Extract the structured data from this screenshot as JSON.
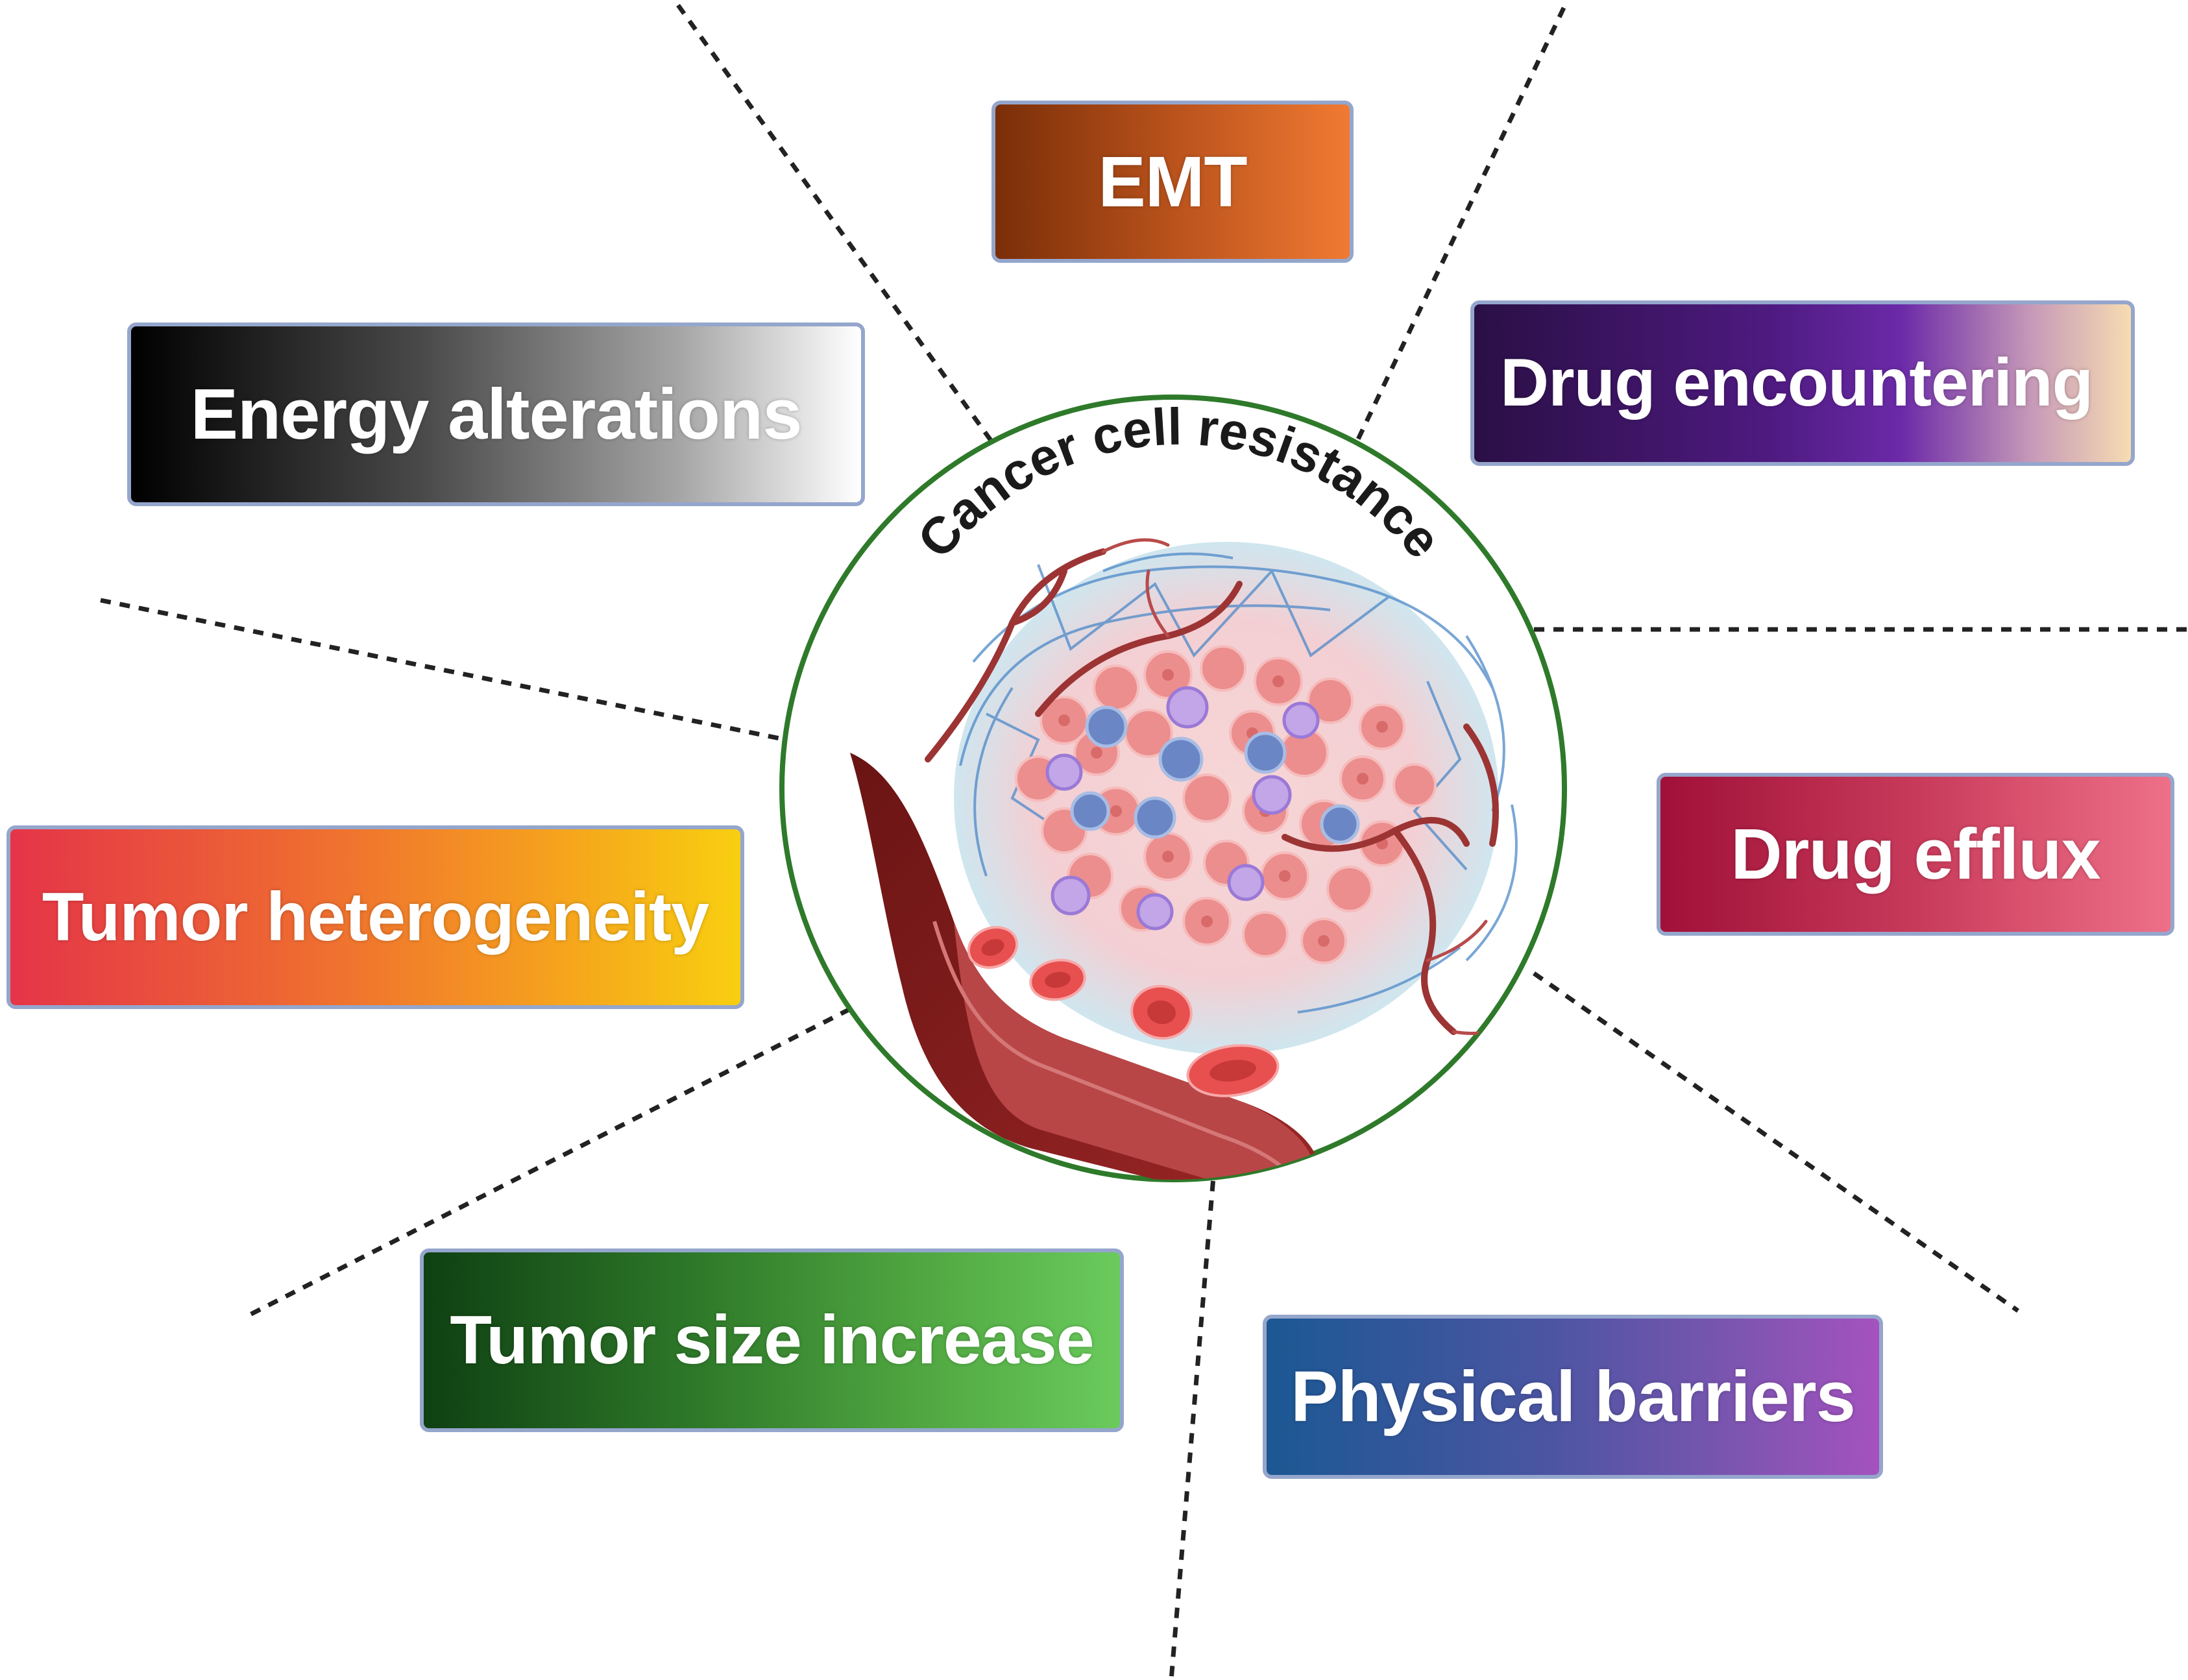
{
  "center": {
    "title": "Cancer cell resistance"
  },
  "factors": {
    "emt": "EMT",
    "energy": "Energy alterations",
    "drug_encountering": "Drug encountering",
    "tumor_heterogeneity": "Tumor heterogeneity",
    "drug_efflux": "Drug efflux",
    "tumor_size": "Tumor size increase",
    "physical_barriers": "Physical barriers"
  },
  "colors": {
    "circle_outline": "#2e7a2a",
    "box_border": "#95a6cc",
    "emt": [
      "#7a2e08",
      "#f07a32"
    ],
    "energy": [
      "#000000",
      "#ffffff"
    ],
    "drug_encountering": [
      "#2a0f45",
      "#6b2aa8",
      "#f6dcb2"
    ],
    "tumor_heterogeneity": [
      "#e53448",
      "#f59a20",
      "#f8cf10"
    ],
    "drug_efflux": [
      "#a01038",
      "#ee7088"
    ],
    "tumor_size": [
      "#0f4012",
      "#6acb5c"
    ],
    "physical_barriers": [
      "#1b5893",
      "#a452be"
    ]
  },
  "icons": [
    "tumor-microenvironment-icon",
    "blood-vessel-icon",
    "red-blood-cell-icon"
  ]
}
